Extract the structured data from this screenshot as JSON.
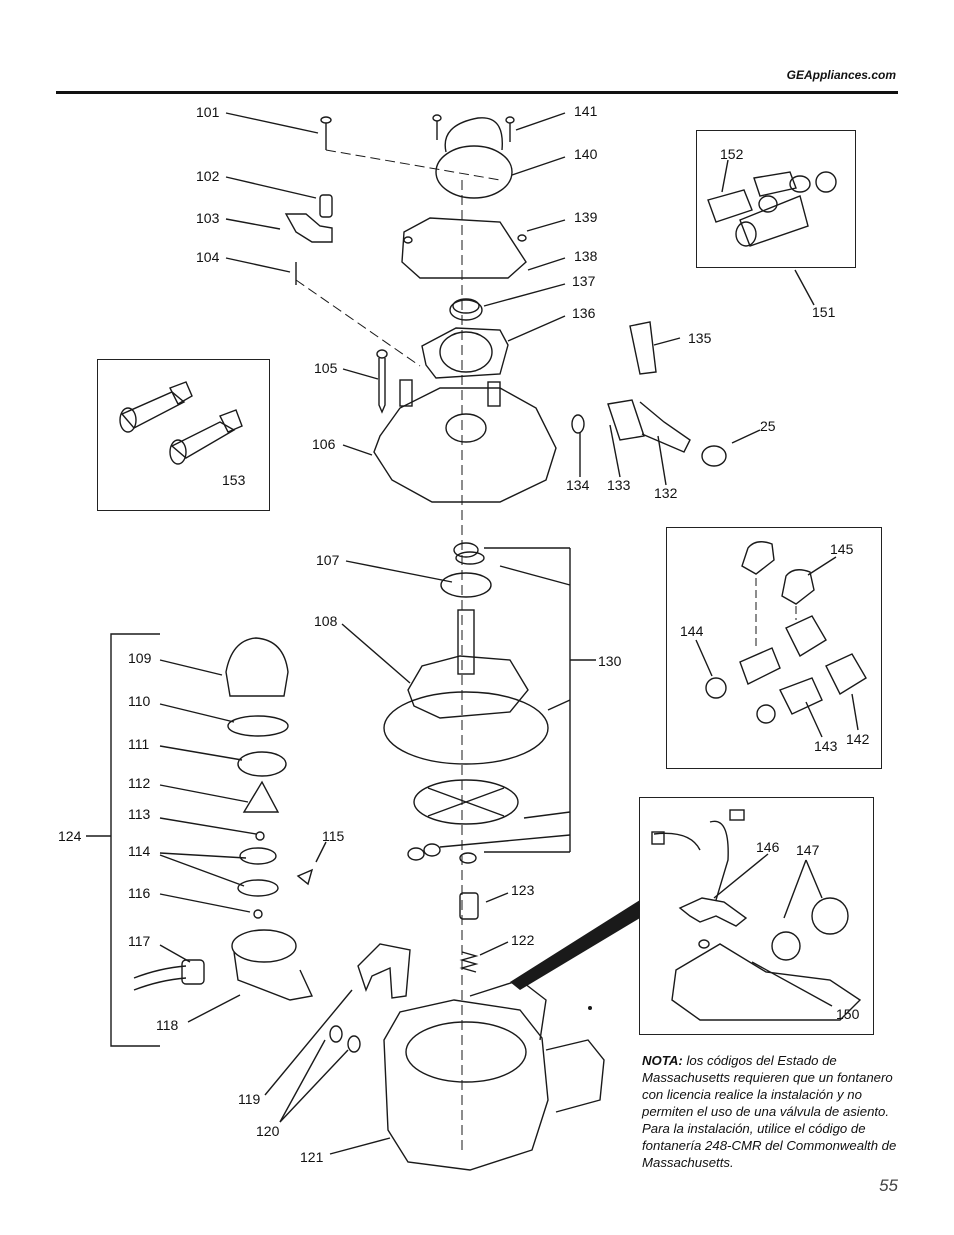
{
  "header": {
    "site": "GEAppliances.com"
  },
  "callouts": {
    "c101": "101",
    "c102": "102",
    "c103": "103",
    "c104": "104",
    "c105": "105",
    "c106": "106",
    "c107": "107",
    "c108": "108",
    "c109": "109",
    "c110": "110",
    "c111": "111",
    "c112": "112",
    "c113": "113",
    "c114": "114",
    "c115": "115",
    "c116": "116",
    "c117": "117",
    "c118": "118",
    "c119": "119",
    "c120": "120",
    "c121": "121",
    "c122": "122",
    "c123": "123",
    "c124": "124",
    "c130": "130",
    "c132": "132",
    "c133": "133",
    "c134": "134",
    "c135": "135",
    "c136": "136",
    "c137": "137",
    "c138": "138",
    "c139": "139",
    "c140": "140",
    "c141": "141",
    "c142": "142",
    "c143": "143",
    "c144": "144",
    "c145": "145",
    "c146": "146",
    "c147": "147",
    "c150": "150",
    "c151": "151",
    "c152": "152",
    "c153": "153",
    "c25": "25"
  },
  "note": {
    "label": "NOTA:",
    "text": "los códigos del Estado de Massachusetts requieren que un fontanero con licencia realice la instalación y no permiten el uso de una válvula de asiento. Para la instalación, utilice el código de fontanería 248-CMR del Commonwealth de Massachusetts."
  },
  "page_number": "55"
}
